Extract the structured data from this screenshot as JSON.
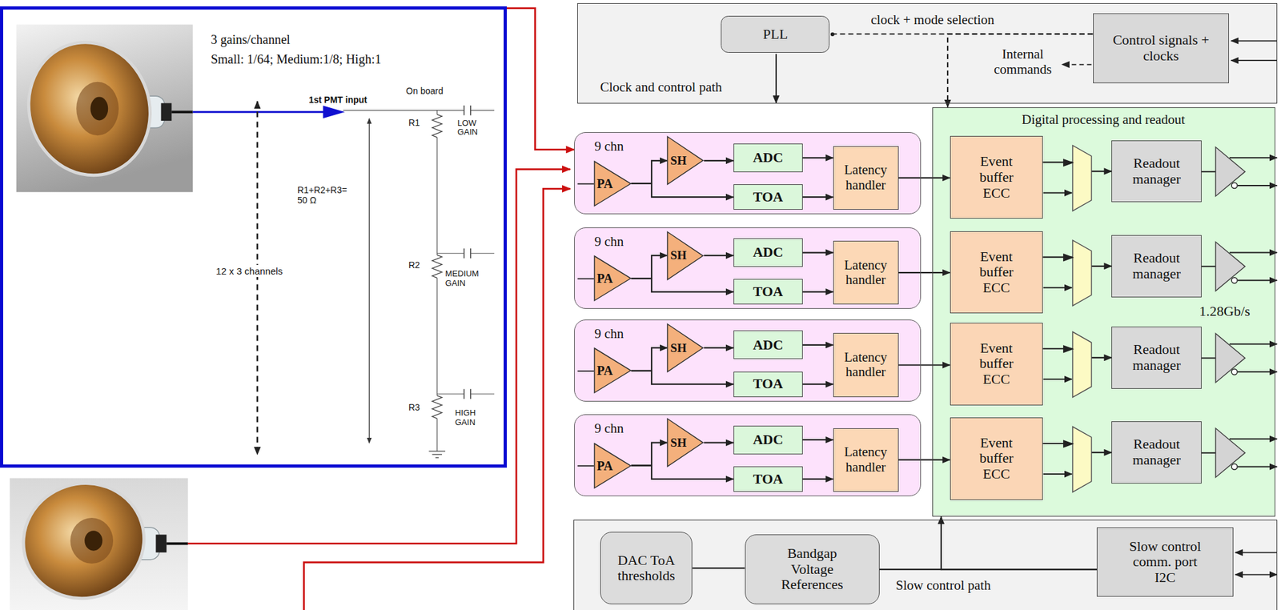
{
  "diagram": {
    "nodes": [
      {
        "text": [
          "3 gains/channel",
          "Small: 1/64; Medium:1/8; High:1"
        ]
      },
      {
        "text": [
          "Clock and control path"
        ]
      },
      {
        "text": [
          "PLL"
        ],
        "in": 1
      },
      {
        "text": [
          "Control signals + clocks"
        ],
        "in": 1
      },
      {
        "text": [
          "9 chn"
        ]
      },
      {
        "text": [
          "PA"
        ],
        "in": 4
      },
      {
        "text": [
          "SH"
        ],
        "in": 4
      },
      {
        "text": [
          "ADC"
        ],
        "in": 4
      },
      {
        "text": [
          "TOA"
        ],
        "in": 4
      },
      {
        "text": [
          "Latency handler"
        ],
        "in": 4
      },
      {
        "text": [
          "9 chn"
        ]
      },
      {
        "text": [
          "PA"
        ],
        "in": 10
      },
      {
        "text": [
          "SH"
        ],
        "in": 10
      },
      {
        "text": [
          "ADC"
        ],
        "in": 10
      },
      {
        "text": [
          "TOA"
        ],
        "in": 10
      },
      {
        "text": [
          "Latency handler"
        ],
        "in": 10
      },
      {
        "text": [
          "9 chn"
        ]
      },
      {
        "text": [
          "PA"
        ],
        "in": 16
      },
      {
        "text": [
          "SH"
        ],
        "in": 16
      },
      {
        "text": [
          "ADC"
        ],
        "in": 16
      },
      {
        "text": [
          "TOA"
        ],
        "in": 16
      },
      {
        "text": [
          "Latency handler"
        ],
        "in": 16
      },
      {
        "text": [
          "9 chn"
        ]
      },
      {
        "text": [
          "PA"
        ],
        "in": 22
      },
      {
        "text": [
          "SH"
        ],
        "in": 22
      },
      {
        "text": [
          "ADC"
        ],
        "in": 22
      },
      {
        "text": [
          "TOA"
        ],
        "in": 22
      },
      {
        "text": [
          "Latency handler"
        ],
        "in": 22
      },
      {
        "text": [
          "Digital processing and readout"
        ]
      },
      {
        "text": [
          "Event buffer ECC"
        ],
        "in": 28
      },
      {
        "text": [
          "Readout manager"
        ],
        "in": 28
      },
      {
        "text": [
          "Event buffer ECC"
        ],
        "in": 28
      },
      {
        "text": [
          "Readout manager"
        ],
        "in": 28
      },
      {
        "text": [
          "Event buffer ECC"
        ],
        "in": 28
      },
      {
        "text": [
          "Readout manager"
        ],
        "in": 28
      },
      {
        "text": [
          "Event buffer ECC"
        ],
        "in": 28
      },
      {
        "text": [
          "Readout manager"
        ],
        "in": 28
      },
      {
        "text": [
          "Slow control path"
        ]
      },
      {
        "text": [
          "DAC ToA thresholds"
        ],
        "in": 37
      },
      {
        "text": [
          "Bandgap Voltage References"
        ],
        "in": 37
      },
      {
        "text": [
          "Slow control comm. port I2C"
        ],
        "in": 37
      }
    ],
    "edges": [
      {
        "from": 0,
        "to": 4,
        "arrow": "to"
      },
      {
        "from": 3,
        "to": 2,
        "arrow": "none"
      },
      {
        "from": 3,
        "to": 28,
        "arrow": "to"
      },
      {
        "from": 5,
        "to": 6,
        "arrow": "to"
      },
      {
        "from": 5,
        "to": 8,
        "arrow": "to"
      },
      {
        "from": 6,
        "to": 7,
        "arrow": "to"
      },
      {
        "from": 7,
        "to": 9,
        "arrow": "to"
      },
      {
        "from": 8,
        "to": 9,
        "arrow": "to"
      },
      {
        "from": 9,
        "to": 29,
        "arrow": "to"
      },
      {
        "from": 11,
        "to": 12,
        "arrow": "to"
      },
      {
        "from": 11,
        "to": 14,
        "arrow": "to"
      },
      {
        "from": 12,
        "to": 13,
        "arrow": "to"
      },
      {
        "from": 13,
        "to": 15,
        "arrow": "to"
      },
      {
        "from": 14,
        "to": 15,
        "arrow": "to"
      },
      {
        "from": 15,
        "to": 31,
        "arrow": "to"
      },
      {
        "from": 17,
        "to": 18,
        "arrow": "to"
      },
      {
        "from": 17,
        "to": 20,
        "arrow": "to"
      },
      {
        "from": 18,
        "to": 19,
        "arrow": "to"
      },
      {
        "from": 19,
        "to": 21,
        "arrow": "to"
      },
      {
        "from": 20,
        "to": 21,
        "arrow": "to"
      },
      {
        "from": 21,
        "to": 33,
        "arrow": "to"
      },
      {
        "from": 23,
        "to": 24,
        "arrow": "to"
      },
      {
        "from": 23,
        "to": 26,
        "arrow": "to"
      },
      {
        "from": 24,
        "to": 25,
        "arrow": "to"
      },
      {
        "from": 25,
        "to": 27,
        "arrow": "to"
      },
      {
        "from": 26,
        "to": 27,
        "arrow": "to"
      },
      {
        "from": 27,
        "to": 35,
        "arrow": "to"
      },
      {
        "from": 29,
        "to": 30,
        "arrow": "to"
      },
      {
        "from": 31,
        "to": 32,
        "arrow": "to"
      },
      {
        "from": 33,
        "to": 34,
        "arrow": "to"
      },
      {
        "from": 35,
        "to": 36,
        "arrow": "to"
      },
      {
        "from": 38,
        "to": 39,
        "arrow": "none"
      },
      {
        "from": 39,
        "to": 40,
        "arrow": "none"
      },
      {
        "from": 40,
        "to": 28,
        "arrow": "to"
      }
    ],
    "labels": [
      "1st PMT input",
      "On board",
      "R1",
      "LOW GAIN",
      "R1+R2+R3= 50 Ω",
      "12 x 3 channels",
      "R2",
      "MEDIUM GAIN",
      "R3",
      "HIGH GAIN",
      "clock + mode selection",
      "Internal commands",
      "1.28Gb/s"
    ]
  }
}
